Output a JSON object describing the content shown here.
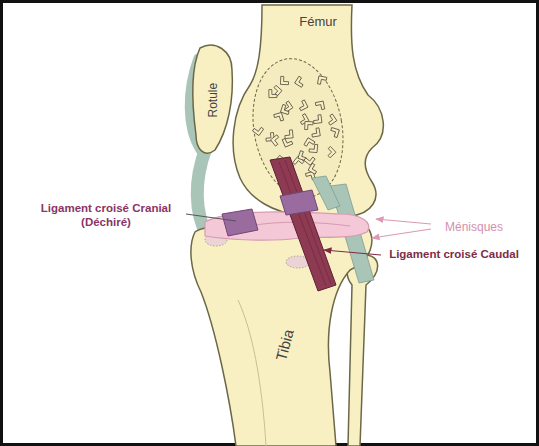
{
  "diagram": {
    "labels": [
      "Fémur",
      "Rotule",
      "Ligament croisé Cranial (Déchiré)",
      "Ménisques",
      "Ligament croisé Caudal",
      "Tibia"
    ]
  }
}
